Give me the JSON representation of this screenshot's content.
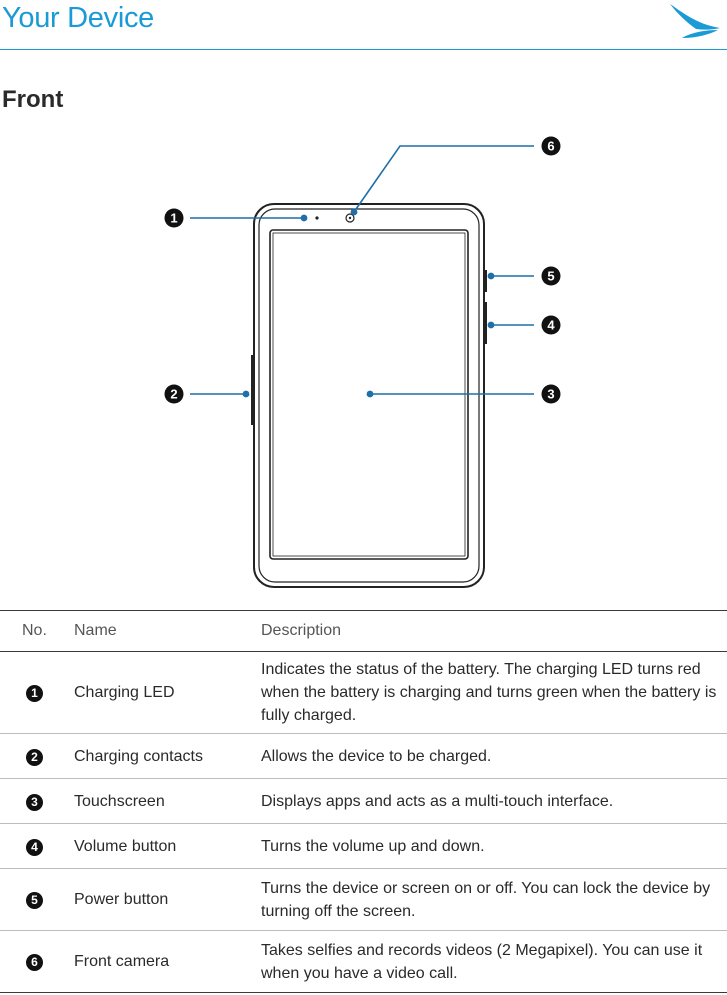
{
  "header": {
    "title": "Your Device",
    "accent_color": "#1a9ad6",
    "logo_icon": "brand-bird-logo-icon"
  },
  "section": {
    "title": "Front"
  },
  "diagram": {
    "callouts": [
      {
        "number": "1",
        "target": "charging-led"
      },
      {
        "number": "2",
        "target": "charging-contacts"
      },
      {
        "number": "3",
        "target": "touchscreen"
      },
      {
        "number": "4",
        "target": "volume-button"
      },
      {
        "number": "5",
        "target": "power-button"
      },
      {
        "number": "6",
        "target": "front-camera"
      }
    ]
  },
  "table": {
    "headers": {
      "no": "No.",
      "name": "Name",
      "description": "Description"
    },
    "rows": [
      {
        "no": "1",
        "name": "Charging LED",
        "description": "Indicates the status of the battery. The charging LED turns red when the battery is charging and turns green when the battery is fully charged."
      },
      {
        "no": "2",
        "name": "Charging contacts",
        "description": "Allows the device to be charged."
      },
      {
        "no": "3",
        "name": "Touchscreen",
        "description": "Displays apps and acts as a multi-touch interface."
      },
      {
        "no": "4",
        "name": "Volume button",
        "description": "Turns the volume up and down."
      },
      {
        "no": "5",
        "name": "Power button",
        "description": "Turns the device or screen on or off. You can lock the device by turning off the screen."
      },
      {
        "no": "6",
        "name": "Front camera",
        "description": "Takes selfies and records videos (2 Megapixel). You can use it when you have a video call."
      }
    ]
  }
}
